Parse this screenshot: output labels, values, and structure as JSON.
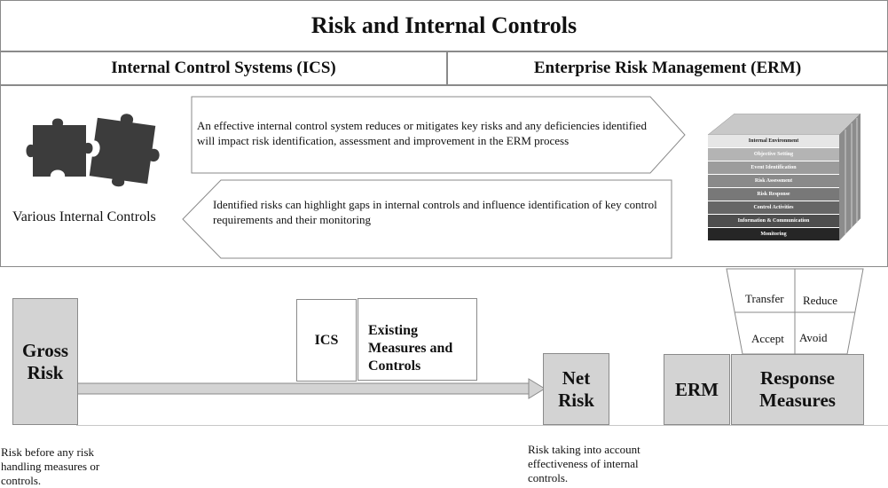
{
  "title": "Risk and Internal Controls",
  "headers": {
    "ics": "Internal Control Systems (ICS)",
    "erm": "Enterprise Risk Management (ERM)"
  },
  "panel": {
    "puzzle_label": "Various Internal Controls",
    "arrow_right_text": "An effective internal control system reduces or mitigates key risks and any deficiencies identified will impact risk identification, assessment and improvement in the ERM process",
    "arrow_left_text": "Identified risks can highlight gaps in internal controls and influence identification of key control requirements and their monitoring",
    "cube_layers": [
      "Internal Environment",
      "Objective Setting",
      "Event Identification",
      "Risk Assessment",
      "Risk Response",
      "Control Activities",
      "Information & Communication",
      "Monitoring"
    ]
  },
  "flow": {
    "gross_risk": "Gross Risk",
    "ics": "ICS",
    "existing": "Existing Measures and Controls",
    "net_risk": "Net Risk",
    "erm": "ERM",
    "response": "Response Measures",
    "funnel": {
      "transfer": "Transfer",
      "reduce": "Reduce",
      "accept": "Accept",
      "avoid": "Avoid"
    }
  },
  "notes": {
    "gross": "Risk before any risk handling measures or controls.",
    "net": "Risk taking into account effectiveness of internal controls."
  },
  "colors": {
    "box_fill": "#d3d3d3",
    "border": "#8a8a8a",
    "puzzle": "#3c3c3c"
  }
}
